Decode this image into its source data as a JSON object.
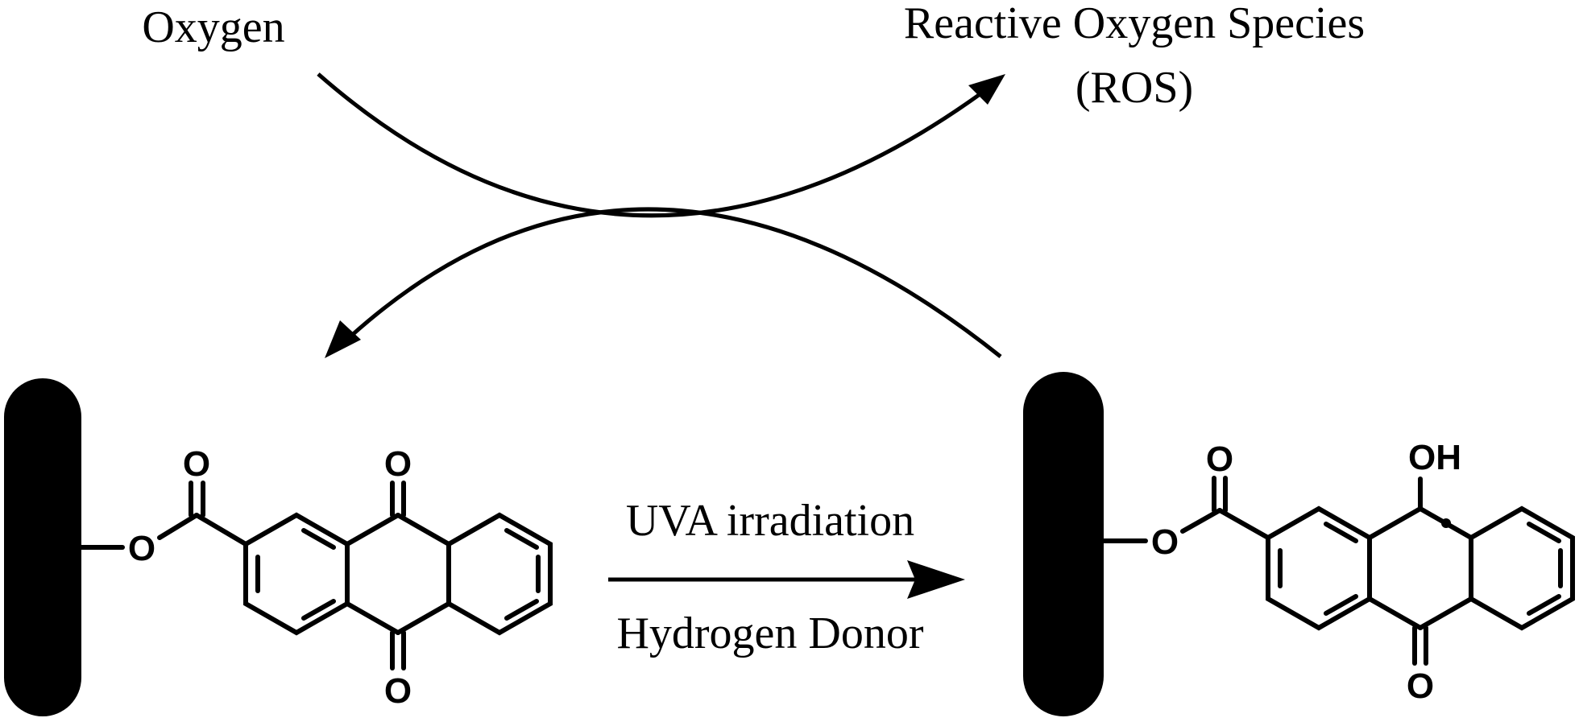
{
  "labels": {
    "oxygen": "Oxygen",
    "ros_line1": "Reactive Oxygen Species",
    "ros_line2": "(ROS)",
    "condition_top": "UVA irradiation",
    "condition_bottom": "Hydrogen Donor"
  },
  "atoms": {
    "oxygen_symbol": "O",
    "hydroxyl": "OH"
  }
}
